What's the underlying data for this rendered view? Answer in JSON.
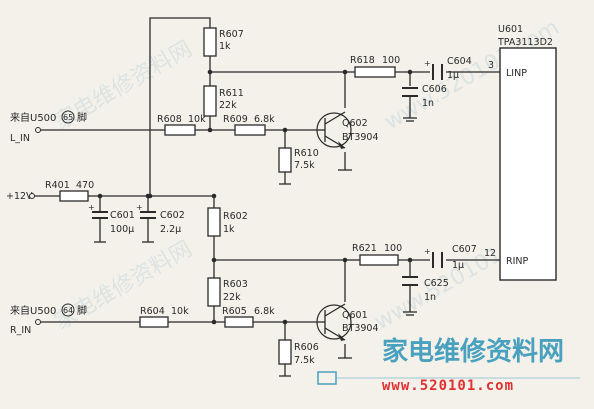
{
  "components": {
    "r607": {
      "ref": "R607",
      "value": "1k"
    },
    "r611": {
      "ref": "R611",
      "value": "22k"
    },
    "r608": {
      "ref": "R608",
      "value": "10k"
    },
    "r609": {
      "ref": "R609",
      "value": "6.8k"
    },
    "r610": {
      "ref": "R610",
      "value": "7.5k"
    },
    "r618": {
      "ref": "R618",
      "value": "100"
    },
    "c604": {
      "ref": "C604",
      "value": "1μ"
    },
    "c606": {
      "ref": "C606",
      "value": "1n"
    },
    "q602": {
      "ref": "Q602",
      "value": "BT3904"
    },
    "r401": {
      "ref": "R401",
      "value": "470"
    },
    "c601": {
      "ref": "C601",
      "value": "100μ"
    },
    "c602": {
      "ref": "C602",
      "value": "2.2μ"
    },
    "r602": {
      "ref": "R602",
      "value": "1k"
    },
    "r603": {
      "ref": "R603",
      "value": "22k"
    },
    "r604": {
      "ref": "R604",
      "value": "10k"
    },
    "r605": {
      "ref": "R605",
      "value": "6.8k"
    },
    "r606": {
      "ref": "R606",
      "value": "7.5k"
    },
    "r621": {
      "ref": "R621",
      "value": "100"
    },
    "c607": {
      "ref": "C607",
      "value": "1μ"
    },
    "c625": {
      "ref": "C625",
      "value": "1n"
    },
    "q601": {
      "ref": "Q601",
      "value": "BT3904"
    }
  },
  "ic": {
    "ref": "U601",
    "part": "TPA3113D2",
    "pin_linp": "LINP",
    "pin_rinp": "RINP",
    "pin_linp_num": "3",
    "pin_rinp_num": "12"
  },
  "inputs": {
    "left": {
      "source": "来自U500",
      "pin": "65",
      "suffix": "脚",
      "net": "L_IN"
    },
    "right": {
      "source": "来自U500",
      "pin": "64",
      "suffix": "脚",
      "net": "R_IN"
    },
    "supply": "+12V"
  },
  "branding": {
    "title": "家电维修资料网",
    "url": "www.520101.com"
  },
  "watermark": [
    "家电维修资料网",
    "www.520101.com"
  ]
}
